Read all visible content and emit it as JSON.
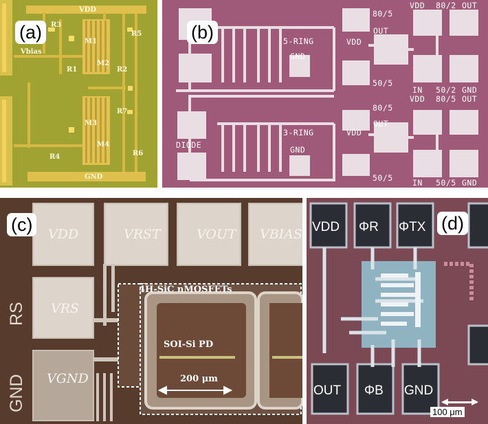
{
  "panel_a": {
    "tag": "(a)",
    "labels": {
      "vdd": "VDD",
      "r3": "R3",
      "vbias": "Vbias",
      "m1": "M1",
      "m2": "M2",
      "r1": "R1",
      "r2": "R2",
      "r5": "R5",
      "r7": "R7",
      "m3": "M3",
      "m4": "M4",
      "r4": "R4",
      "r6": "R6",
      "gnd": "GND"
    }
  },
  "panel_b": {
    "tag": "(b)",
    "labels": {
      "r80_5_top": "80/5",
      "vdd_top_right": "VDD",
      "r80_2": "80/2",
      "out_top_right": "OUT",
      "ring5": "5-RING",
      "vdd_1": "VDD",
      "out_1": "OUT",
      "gnd_1": "GND",
      "r50_5_top": "50/5",
      "in_1": "IN",
      "r50_2": "50/2",
      "gnd_1b": "GND",
      "vdd_mid_right": "VDD",
      "r80_5_mid": "80/5",
      "out_mid_right": "OUT",
      "r80_5_mid2": "80/5",
      "out_2": "OUT",
      "diode": "DIODE",
      "ring3": "3-RING",
      "vdd_2": "VDD",
      "gnd_2": "GND",
      "r50_5_bot": "50/5",
      "in_2": "IN",
      "r50_5_bot2": "50/5",
      "gnd_2b": "GND"
    }
  },
  "panel_c": {
    "tag": "(c)",
    "labels": {
      "vdd": "VDD",
      "vrst": "VRST",
      "vout": "VOUT",
      "vbias": "VBIAS",
      "vrs": "VRS",
      "vgnd": "VGND",
      "rs_side": "RS",
      "gnd_side": "GND",
      "nmosfets": "4H-SiC nMOSFETs",
      "pd": "SOI-Si PD",
      "scale": "200 μm"
    }
  },
  "panel_d": {
    "tag": "(d)",
    "labels": {
      "vdd": "VDD",
      "phi_r": "ΦR",
      "phi_tx": "ΦTX",
      "out": "OUT",
      "phi_b": "ΦB",
      "gnd": "GND",
      "scale": "100 μm"
    }
  }
}
